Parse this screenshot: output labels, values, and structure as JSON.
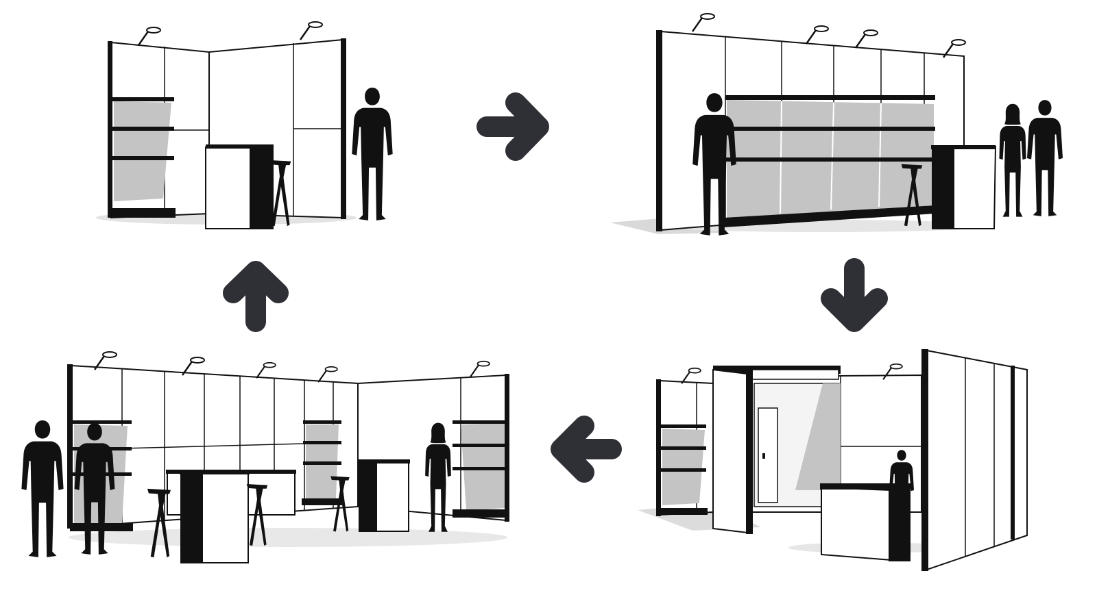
{
  "colors": {
    "background": "#ffffff",
    "ink": "#111111",
    "shelf_shadow": "#bdbdbd",
    "floor_shadow": "#d6d6d6",
    "arrow": "#2f2f36"
  },
  "stages": [
    {
      "id": "booth-corner-small",
      "icon": "corner-exhibition-booth-icon"
    },
    {
      "id": "booth-linear-wall",
      "icon": "linear-wall-booth-icon"
    },
    {
      "id": "booth-with-cabin",
      "icon": "booth-with-storage-room-icon"
    },
    {
      "id": "booth-corner-large",
      "icon": "large-corner-booth-icon"
    }
  ],
  "arrows": [
    {
      "id": "arrow-right",
      "icon": "arrow-right-icon"
    },
    {
      "id": "arrow-down",
      "icon": "arrow-down-icon"
    },
    {
      "id": "arrow-left",
      "icon": "arrow-left-icon"
    },
    {
      "id": "arrow-up",
      "icon": "arrow-up-icon"
    }
  ]
}
